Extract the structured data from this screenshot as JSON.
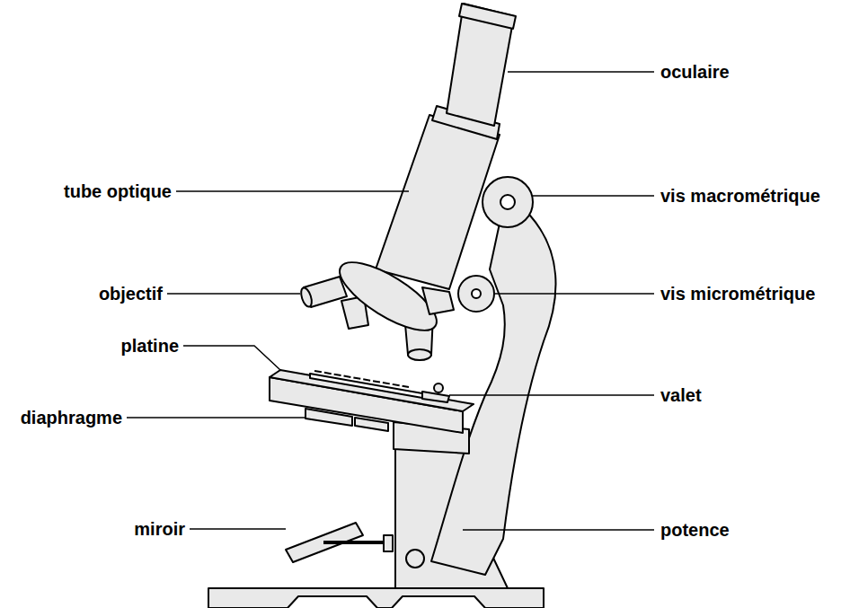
{
  "diagram": {
    "labels": [
      "oculaire",
      "tube optique",
      "vis macrométrique",
      "objectif",
      "vis micrométrique",
      "platine",
      "valet",
      "diaphragme",
      "miroir",
      "potence"
    ]
  }
}
